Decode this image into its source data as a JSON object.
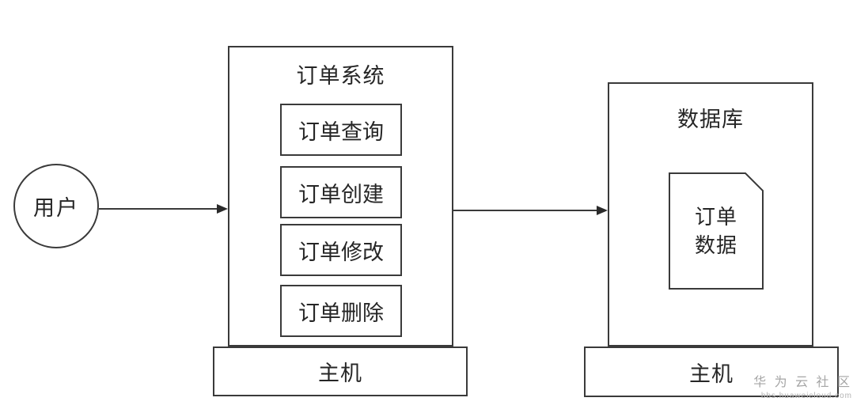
{
  "diagram": {
    "user": {
      "label": "用户"
    },
    "order_system": {
      "title": "订单系统",
      "modules": [
        {
          "label": "订单查询"
        },
        {
          "label": "订单创建"
        },
        {
          "label": "订单修改"
        },
        {
          "label": "订单删除"
        }
      ],
      "host_label": "主机"
    },
    "database": {
      "title": "数据库",
      "document": {
        "line1": "订单",
        "line2": "数据"
      },
      "host_label": "主机"
    },
    "colors": {
      "line": "#3a3a3a",
      "text": "#262626",
      "watermark": "#a5a5a5"
    }
  },
  "watermark": {
    "community": "华 为 云 社 区",
    "url": "bbs.huaweicloud.com"
  }
}
